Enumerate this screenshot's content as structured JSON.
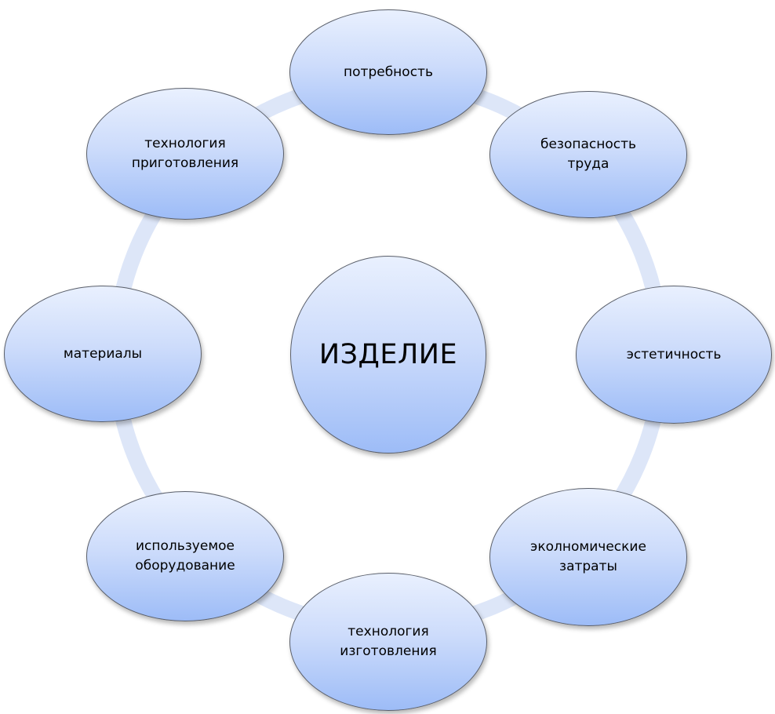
{
  "center": {
    "label": "ИЗДЕЛИЕ"
  },
  "nodes": [
    {
      "label": "потребность"
    },
    {
      "label": "безопасность\nтруда"
    },
    {
      "label": "эстетичность"
    },
    {
      "label": "эколномические\nзатраты"
    },
    {
      "label": "технология\nизготовления"
    },
    {
      "label": "используемое\nоборудование"
    },
    {
      "label": "материалы"
    },
    {
      "label": "технология\nприготовления"
    }
  ],
  "colors": {
    "ring": "#dde6f8",
    "node_top": "#e9f0fe",
    "node_bottom": "#9dbcf7",
    "node_border": "#5a5f6a"
  }
}
